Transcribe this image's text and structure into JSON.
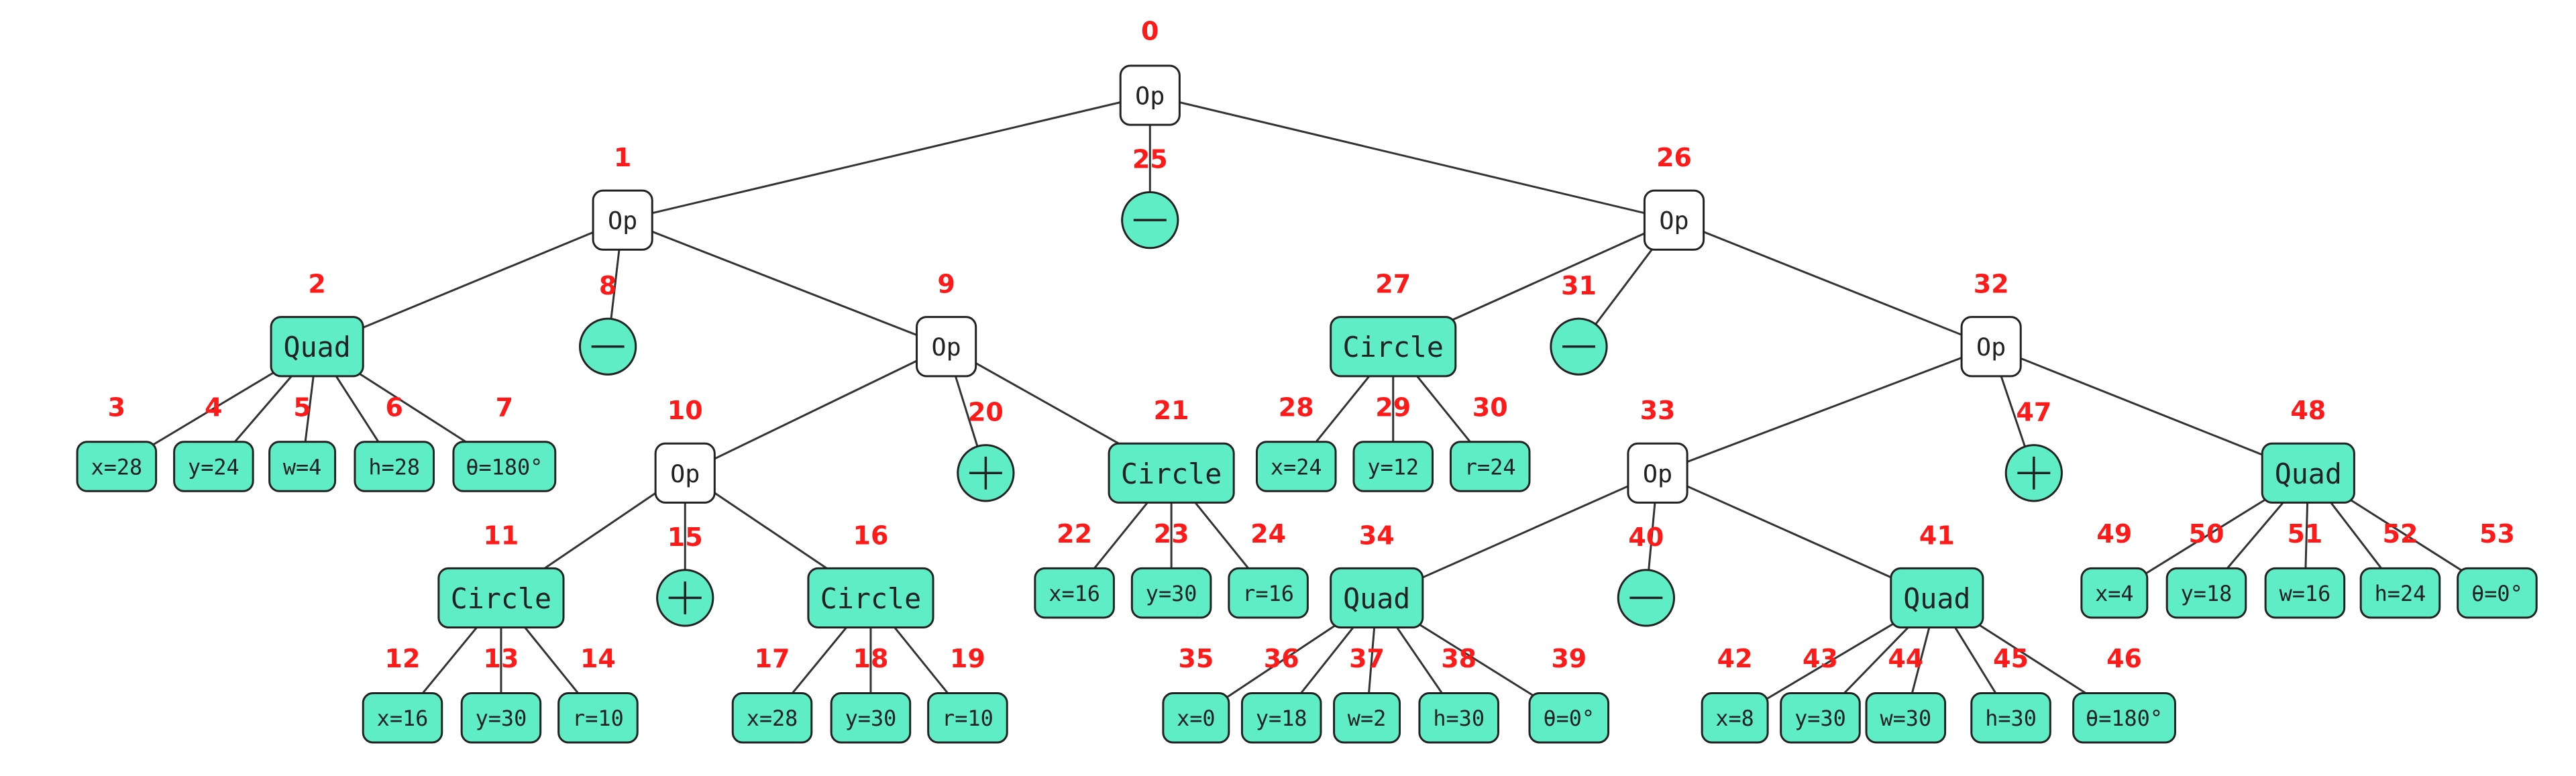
{
  "colors": {
    "node_fill": "#5eedc5",
    "op_fill": "#ffffff",
    "index_color": "#ff1a1a",
    "edge": "#333333"
  },
  "nodes": [
    {
      "id": 0,
      "index": "0",
      "kind": "op",
      "text": "Op",
      "parent": null
    },
    {
      "id": 1,
      "index": "1",
      "kind": "op",
      "text": "Op",
      "parent": 0
    },
    {
      "id": 2,
      "index": "2",
      "kind": "shape",
      "text": "Quad",
      "parent": 1
    },
    {
      "id": 3,
      "index": "3",
      "kind": "param",
      "text": "x=28",
      "parent": 2
    },
    {
      "id": 4,
      "index": "4",
      "kind": "param",
      "text": "y=24",
      "parent": 2
    },
    {
      "id": 5,
      "index": "5",
      "kind": "param",
      "text": "w=4",
      "parent": 2
    },
    {
      "id": 6,
      "index": "6",
      "kind": "param",
      "text": "h=28",
      "parent": 2
    },
    {
      "id": 7,
      "index": "7",
      "kind": "param",
      "text": "θ=180°",
      "parent": 2
    },
    {
      "id": 8,
      "index": "8",
      "kind": "minus",
      "text": "",
      "parent": 1
    },
    {
      "id": 9,
      "index": "9",
      "kind": "op",
      "text": "Op",
      "parent": 1
    },
    {
      "id": 10,
      "index": "10",
      "kind": "op",
      "text": "Op",
      "parent": 9
    },
    {
      "id": 11,
      "index": "11",
      "kind": "shape",
      "text": "Circle",
      "parent": 10
    },
    {
      "id": 12,
      "index": "12",
      "kind": "param",
      "text": "x=16",
      "parent": 11
    },
    {
      "id": 13,
      "index": "13",
      "kind": "param",
      "text": "y=30",
      "parent": 11
    },
    {
      "id": 14,
      "index": "14",
      "kind": "param",
      "text": "r=10",
      "parent": 11
    },
    {
      "id": 15,
      "index": "15",
      "kind": "plus",
      "text": "",
      "parent": 10
    },
    {
      "id": 16,
      "index": "16",
      "kind": "shape",
      "text": "Circle",
      "parent": 10
    },
    {
      "id": 17,
      "index": "17",
      "kind": "param",
      "text": "x=28",
      "parent": 16
    },
    {
      "id": 18,
      "index": "18",
      "kind": "param",
      "text": "y=30",
      "parent": 16
    },
    {
      "id": 19,
      "index": "19",
      "kind": "param",
      "text": "r=10",
      "parent": 16
    },
    {
      "id": 20,
      "index": "20",
      "kind": "plus",
      "text": "",
      "parent": 9
    },
    {
      "id": 21,
      "index": "21",
      "kind": "shape",
      "text": "Circle",
      "parent": 9
    },
    {
      "id": 22,
      "index": "22",
      "kind": "param",
      "text": "x=16",
      "parent": 21
    },
    {
      "id": 23,
      "index": "23",
      "kind": "param",
      "text": "y=30",
      "parent": 21
    },
    {
      "id": 24,
      "index": "24",
      "kind": "param",
      "text": "r=16",
      "parent": 21
    },
    {
      "id": 25,
      "index": "25",
      "kind": "minus",
      "text": "",
      "parent": 0
    },
    {
      "id": 26,
      "index": "26",
      "kind": "op",
      "text": "Op",
      "parent": 0
    },
    {
      "id": 27,
      "index": "27",
      "kind": "shape",
      "text": "Circle",
      "parent": 26
    },
    {
      "id": 28,
      "index": "28",
      "kind": "param",
      "text": "x=24",
      "parent": 27
    },
    {
      "id": 29,
      "index": "29",
      "kind": "param",
      "text": "y=12",
      "parent": 27
    },
    {
      "id": 30,
      "index": "30",
      "kind": "param",
      "text": "r=24",
      "parent": 27
    },
    {
      "id": 31,
      "index": "31",
      "kind": "minus",
      "text": "",
      "parent": 26
    },
    {
      "id": 32,
      "index": "32",
      "kind": "op",
      "text": "Op",
      "parent": 26
    },
    {
      "id": 33,
      "index": "33",
      "kind": "op",
      "text": "Op",
      "parent": 32
    },
    {
      "id": 34,
      "index": "34",
      "kind": "shape",
      "text": "Quad",
      "parent": 33
    },
    {
      "id": 35,
      "index": "35",
      "kind": "param",
      "text": "x=0",
      "parent": 34
    },
    {
      "id": 36,
      "index": "36",
      "kind": "param",
      "text": "y=18",
      "parent": 34
    },
    {
      "id": 37,
      "index": "37",
      "kind": "param",
      "text": "w=2",
      "parent": 34
    },
    {
      "id": 38,
      "index": "38",
      "kind": "param",
      "text": "h=30",
      "parent": 34
    },
    {
      "id": 39,
      "index": "39",
      "kind": "param",
      "text": "θ=0°",
      "parent": 34
    },
    {
      "id": 40,
      "index": "40",
      "kind": "minus",
      "text": "",
      "parent": 33
    },
    {
      "id": 41,
      "index": "41",
      "kind": "shape",
      "text": "Quad",
      "parent": 33
    },
    {
      "id": 42,
      "index": "42",
      "kind": "param",
      "text": "x=8",
      "parent": 41
    },
    {
      "id": 43,
      "index": "43",
      "kind": "param",
      "text": "y=30",
      "parent": 41
    },
    {
      "id": 44,
      "index": "44",
      "kind": "param",
      "text": "w=30",
      "parent": 41
    },
    {
      "id": 45,
      "index": "45",
      "kind": "param",
      "text": "h=30",
      "parent": 41
    },
    {
      "id": 46,
      "index": "46",
      "kind": "param",
      "text": "θ=180°",
      "parent": 41
    },
    {
      "id": 47,
      "index": "47",
      "kind": "plus",
      "text": "",
      "parent": 32
    },
    {
      "id": 48,
      "index": "48",
      "kind": "shape",
      "text": "Quad",
      "parent": 32
    },
    {
      "id": 49,
      "index": "49",
      "kind": "param",
      "text": "x=4",
      "parent": 48
    },
    {
      "id": 50,
      "index": "50",
      "kind": "param",
      "text": "y=18",
      "parent": 48
    },
    {
      "id": 51,
      "index": "51",
      "kind": "param",
      "text": "w=16",
      "parent": 48
    },
    {
      "id": 52,
      "index": "52",
      "kind": "param",
      "text": "h=24",
      "parent": 48
    },
    {
      "id": 53,
      "index": "53",
      "kind": "param",
      "text": "θ=0°",
      "parent": 48
    }
  ]
}
